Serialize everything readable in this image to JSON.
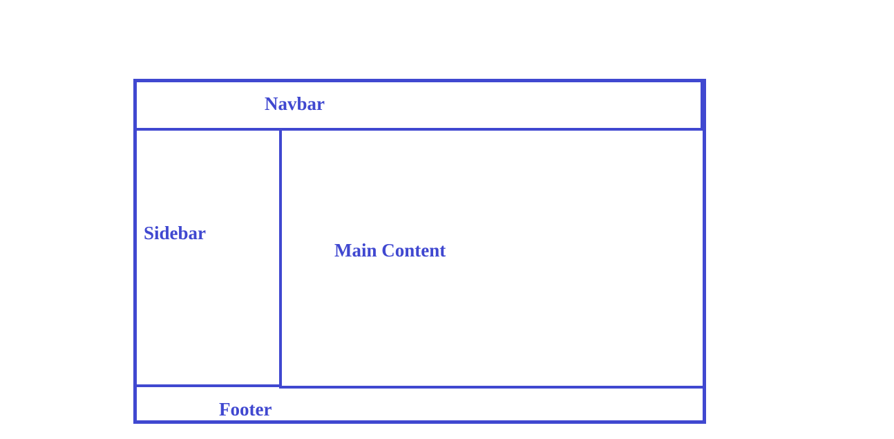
{
  "diagram": {
    "accent_color": "#4048D0",
    "regions": {
      "navbar": "Navbar",
      "sidebar": "Sidebar",
      "main": "Main Content",
      "footer": "Footer"
    }
  }
}
